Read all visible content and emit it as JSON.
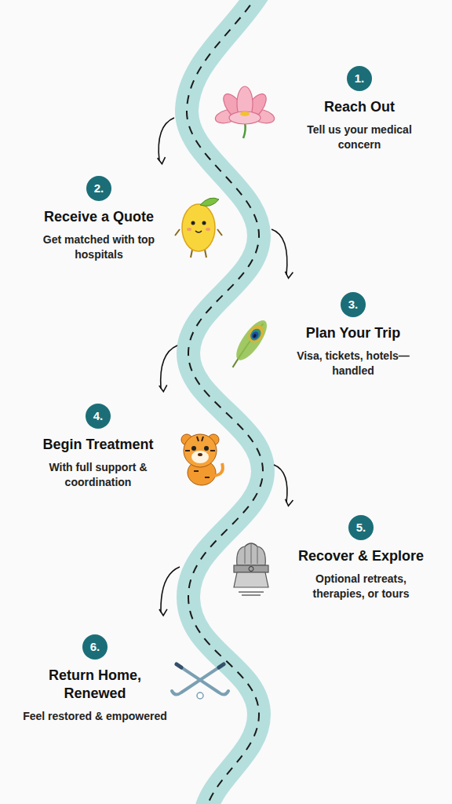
{
  "diagram": {
    "nodes": [
      {
        "text": [
          "1.",
          "Reach Out",
          "Tell us your medical concern"
        ]
      },
      {
        "text": [
          "2.",
          "Receive a Quote",
          "Get matched with top hospitals"
        ]
      },
      {
        "text": [
          "3.",
          "Plan Your Trip",
          "Visa, tickets, hotels— handled"
        ]
      },
      {
        "text": [
          "4.",
          "Begin Treatment",
          "With full support & coordination"
        ]
      },
      {
        "text": [
          "5.",
          "Recover & Explore",
          "Optional retreats, therapies, or tours"
        ]
      },
      {
        "text": [
          "6.",
          "Return Home, Renewed",
          "Feel restored & empowered"
        ]
      }
    ]
  }
}
